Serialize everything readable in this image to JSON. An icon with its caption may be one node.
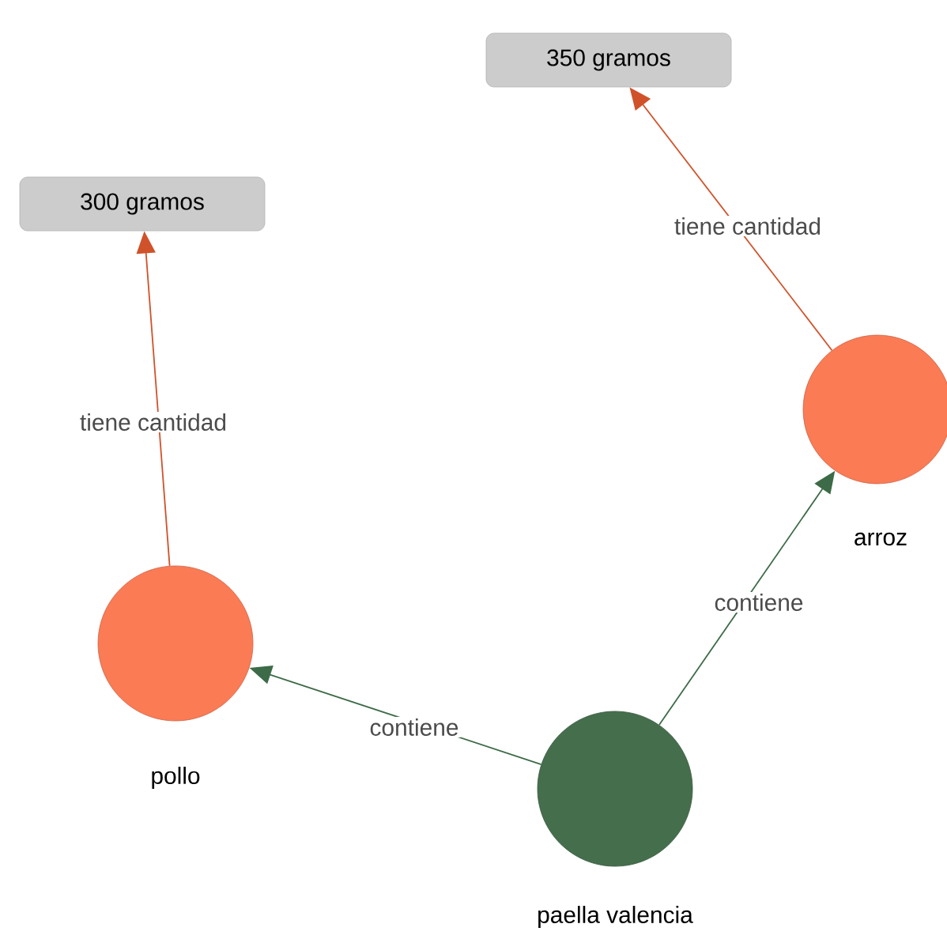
{
  "diagram": {
    "nodes": [
      {
        "text": [
          "300 gramos"
        ]
      },
      {
        "text": [
          "350 gramos"
        ]
      },
      {
        "text": [],
        "shape": "circle",
        "beside": [
          "pollo"
        ]
      },
      {
        "text": [],
        "shape": "circle",
        "beside": [
          "arroz"
        ]
      },
      {
        "text": [],
        "shape": "circle",
        "beside": [
          "paella valencia"
        ]
      }
    ],
    "edges": [
      {
        "from": 4,
        "to": 2,
        "arrow": "to",
        "label": "contiene",
        "color": "#3d6b47"
      },
      {
        "from": 4,
        "to": 3,
        "arrow": "to",
        "label": "contiene",
        "color": "#3d6b47"
      },
      {
        "from": 2,
        "to": 0,
        "arrow": "to",
        "label": "tiene cantidad",
        "color": "#d0522a"
      },
      {
        "from": 3,
        "to": 1,
        "arrow": "to",
        "label": "tiene cantidad",
        "color": "#d0522a"
      }
    ]
  }
}
